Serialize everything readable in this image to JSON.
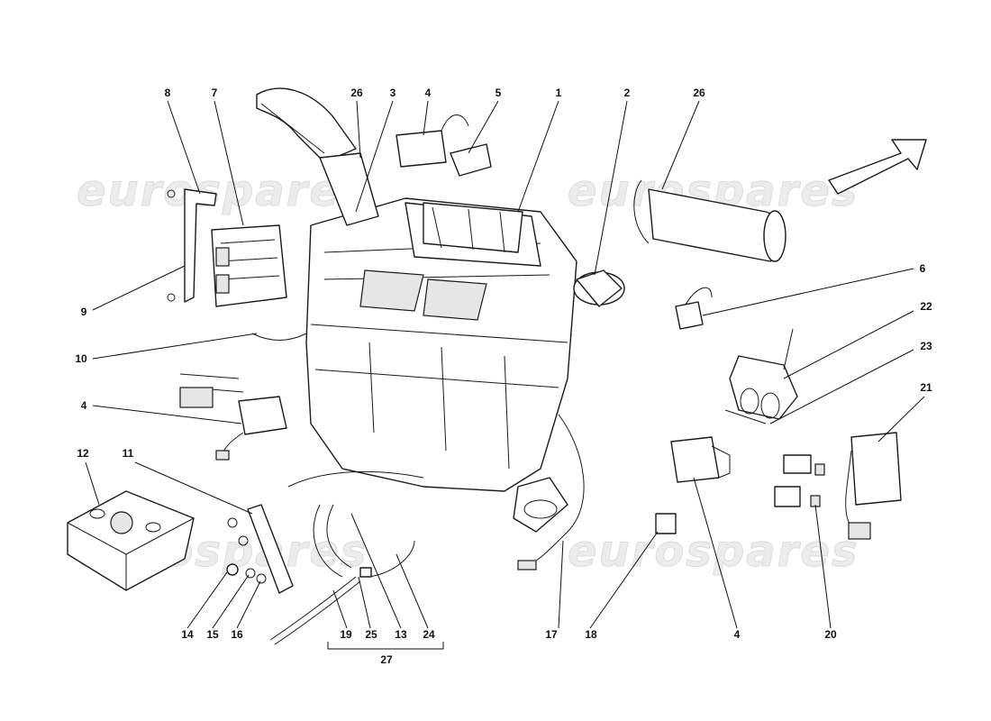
{
  "watermark": "eurospares",
  "callouts": [
    "8",
    "7",
    "26",
    "3",
    "4",
    "5",
    "1",
    "2",
    "26",
    "6",
    "9",
    "10",
    "4",
    "12",
    "11",
    "22",
    "23",
    "21",
    "14",
    "15",
    "16",
    "19",
    "25",
    "13",
    "24",
    "17",
    "18",
    "4",
    "20"
  ],
  "group_label": "27",
  "colors": {
    "line": "#1a1a1a",
    "watermark": "#e8e8e8",
    "background": "#ffffff"
  },
  "icons": [
    "direction-arrow-icon"
  ]
}
